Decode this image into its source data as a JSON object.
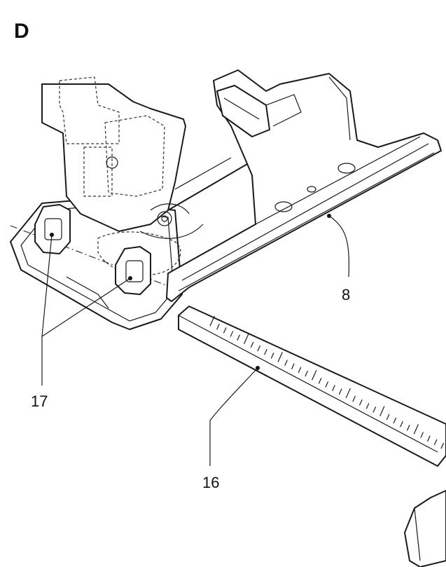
{
  "figure": {
    "letter": "D",
    "callouts": {
      "fence": "8",
      "clamps": "17",
      "ruler": "16"
    },
    "colors": {
      "ink": "#1a1a1a",
      "paper": "#ffffff"
    }
  }
}
